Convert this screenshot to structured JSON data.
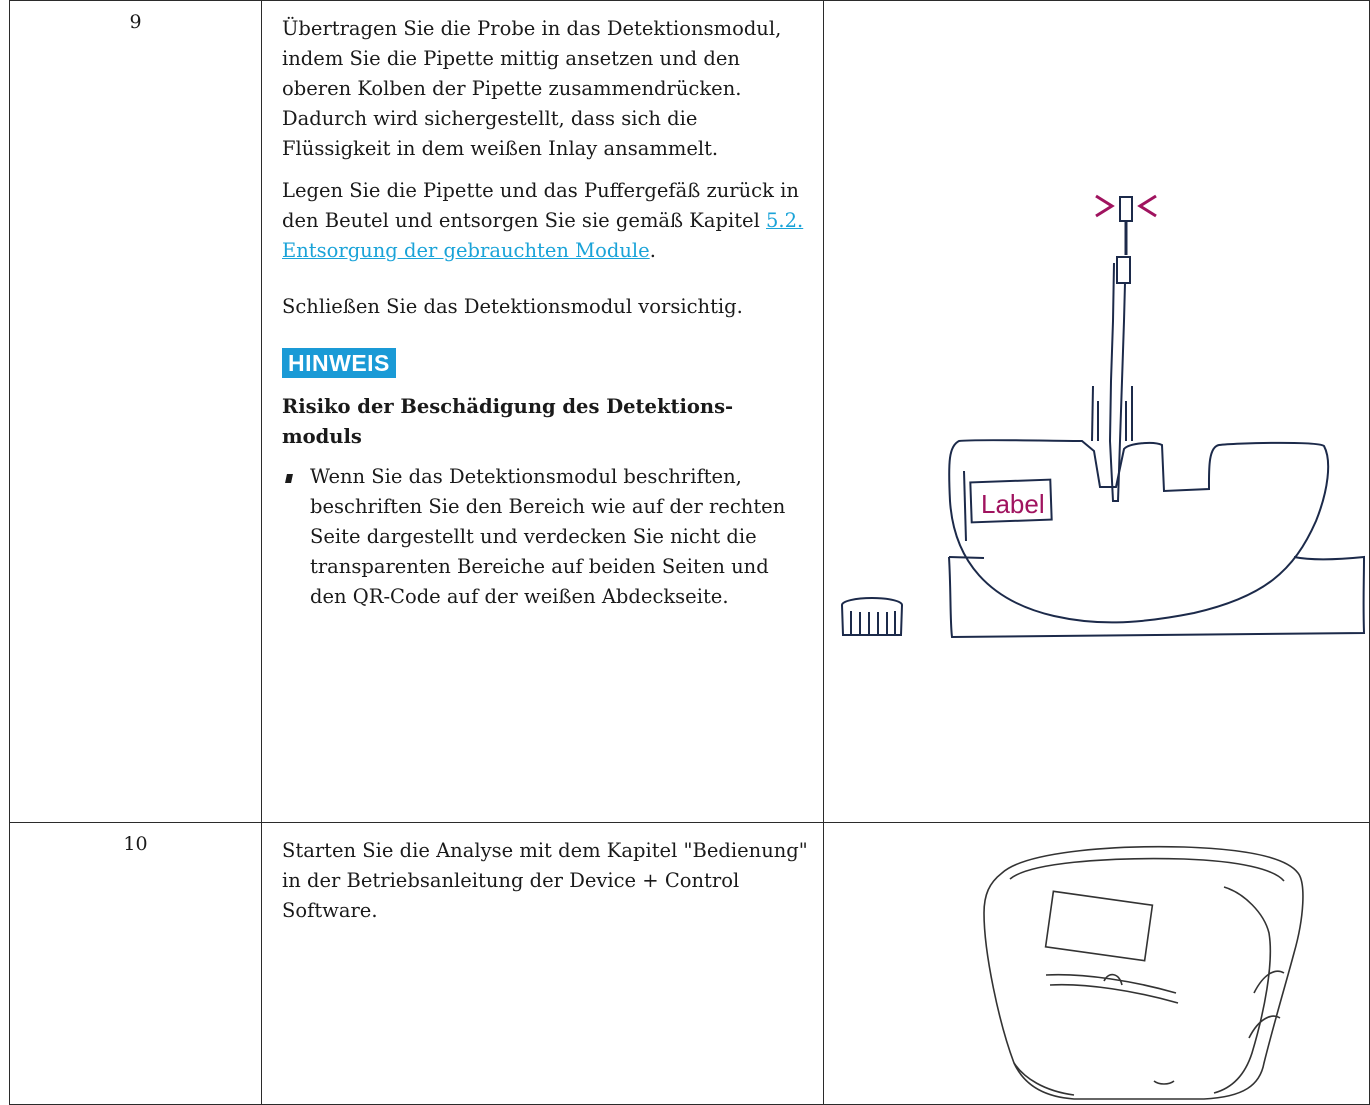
{
  "rows": [
    {
      "step": "9",
      "paragraph1": "Übertragen Sie die Probe in das Detektionsmodul, indem Sie die Pipette mittig ansetzen und den oberen Kolben der Pipette zusammendrücken. Dadurch wird sichergestellt, dass sich die Flüssigkeit in dem weißen Inlay ansammelt.",
      "paragraph2_before_link": "Legen Sie die Pipette und das Puffergefäß zurück in den Beutel und entsorgen Sie sie gemäß Kapitel ",
      "paragraph2_link": "5.2. Entsorgung der gebrauchten Module",
      "paragraph2_after_link": ".",
      "paragraph3": "Schließen Sie das Detektionsmodul vorsichtig.",
      "notice_label": "HINWEIS",
      "notice_title": "Risiko der Beschädigung des Detektions-moduls",
      "notice_bullet": "Wenn Sie das Detektionsmodul beschriften, beschriften Sie den Bereich wie auf der rechten Seite dargestellt und verdecken Sie nicht die transparenten Bereiche auf beiden Seiten und den QR-Code auf der weißen Abdeckseite.",
      "illustration_label": "Label"
    },
    {
      "step": "10",
      "paragraph1": "Starten Sie die Analyse mit dem Kapitel \"Bedienung\" in der Betriebsanleitung der Device + Control Software."
    }
  ],
  "colors": {
    "link": "#1aa3d8",
    "notice_bg": "#1a9ad6",
    "accent_magenta": "#a0135f",
    "line_navy": "#1c2a4a"
  }
}
